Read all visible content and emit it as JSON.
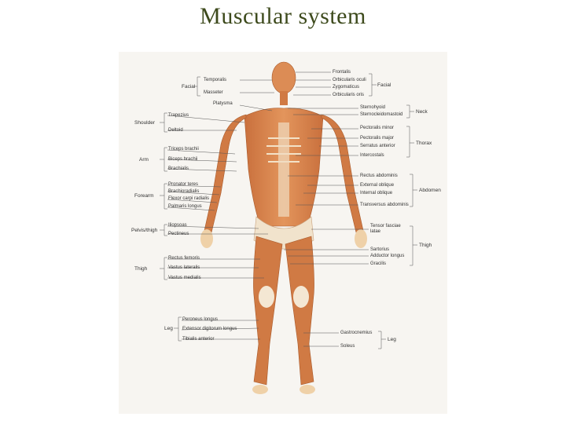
{
  "title": "Muscular system",
  "figure": {
    "left_groups": {
      "shoulder": "Shoulder",
      "arm": "Arm",
      "forearm": "Forearm",
      "pelvis_thigh": "Pelvis/thigh",
      "thigh": "Thigh",
      "leg": "Leg"
    },
    "left_labels": {
      "facial": "Facial",
      "temporalis": "Temporalis",
      "masseter": "Masseter",
      "platysma": "Platysma",
      "trapezius": "Trapezius",
      "deltoid": "Deltoid",
      "triceps": "Triceps brachii",
      "biceps": "Biceps brachii",
      "brachialis": "Brachialis",
      "pronator": "Pronator teres",
      "brachioradialis": "Brachioradialis",
      "flexor": "Flexor carpi radialis",
      "palmaris": "Palmaris longus",
      "iliopsoas": "Iliopsoas",
      "pectineus": "Pectineus",
      "rectus_femoris": "Rectus femoris",
      "vastus_lateralis": "Vastus lateralis",
      "vastus_medialis": "Vastus medialis",
      "peroneus": "Peroneus longus",
      "extensor": "Extensor digitorum longus",
      "tibialis": "Tibialis anterior"
    },
    "right_labels": {
      "frontalis": "Frontalis",
      "orbicularis_oculi": "Orbicularis oculi",
      "zygomaticus": "Zygomaticus",
      "orbicularis_oris": "Orbicularis oris",
      "facial": "Facial",
      "sternohyoid": "Sternohyoid",
      "sternocleidomastoid": "Sternocleidomastoid",
      "pectoralis_minor": "Pectoralis minor",
      "pectoralis_major": "Pectoralis major",
      "serratus": "Serratus anterior",
      "intercostals": "Intercostals",
      "rectus_abdominis": "Rectus abdominis",
      "external_oblique": "External oblique",
      "internal_oblique": "Internal oblique",
      "transversus": "Transversus abdominis",
      "tensor": "Tensor fasciae latae",
      "sartorius": "Sartorius",
      "adductor": "Adductor longus",
      "gracilis": "Gracilis",
      "gastrocnemius": "Gastrocnemius",
      "soleus": "Soleus"
    },
    "right_groups": {
      "neck": "Neck",
      "thorax": "Thorax",
      "abdomen": "Abdomen",
      "thigh": "Thigh",
      "leg": "Leg"
    }
  }
}
